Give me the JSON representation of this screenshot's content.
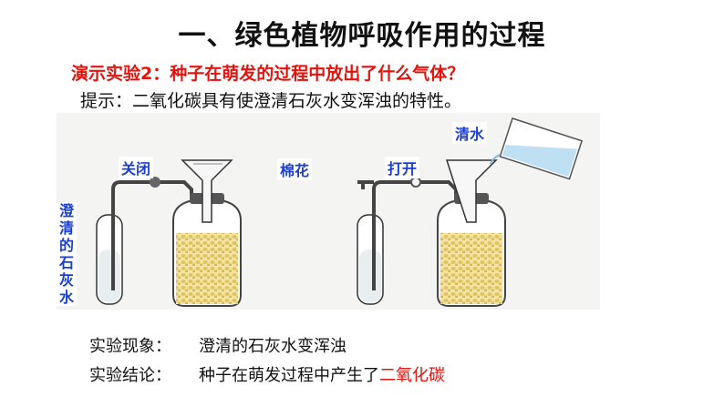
{
  "title": "一、绿色植物呼吸作用的过程",
  "demo_question": "演示实验2：种子在萌发的过程中放出了什么气体？",
  "hint": "提示：二氧化碳具有使澄清石灰水变浑浊的特性。",
  "figure": {
    "label_closed": "关闭",
    "label_cotton": "棉花",
    "label_open": "打开",
    "label_water": "清水",
    "label_limewater": "澄清的石灰水"
  },
  "results": {
    "phenomenon_label": "实验现象：",
    "phenomenon_text": "澄清的石灰水变浑浊",
    "conclusion_label": "实验结论：",
    "conclusion_text": "种子在萌发过程中产生了",
    "conclusion_highlight": "二氧化碳"
  },
  "colors": {
    "title": "#111111",
    "demo": "#e8120c",
    "label_blue": "#1a3fd0",
    "highlight": "#e8120c"
  }
}
